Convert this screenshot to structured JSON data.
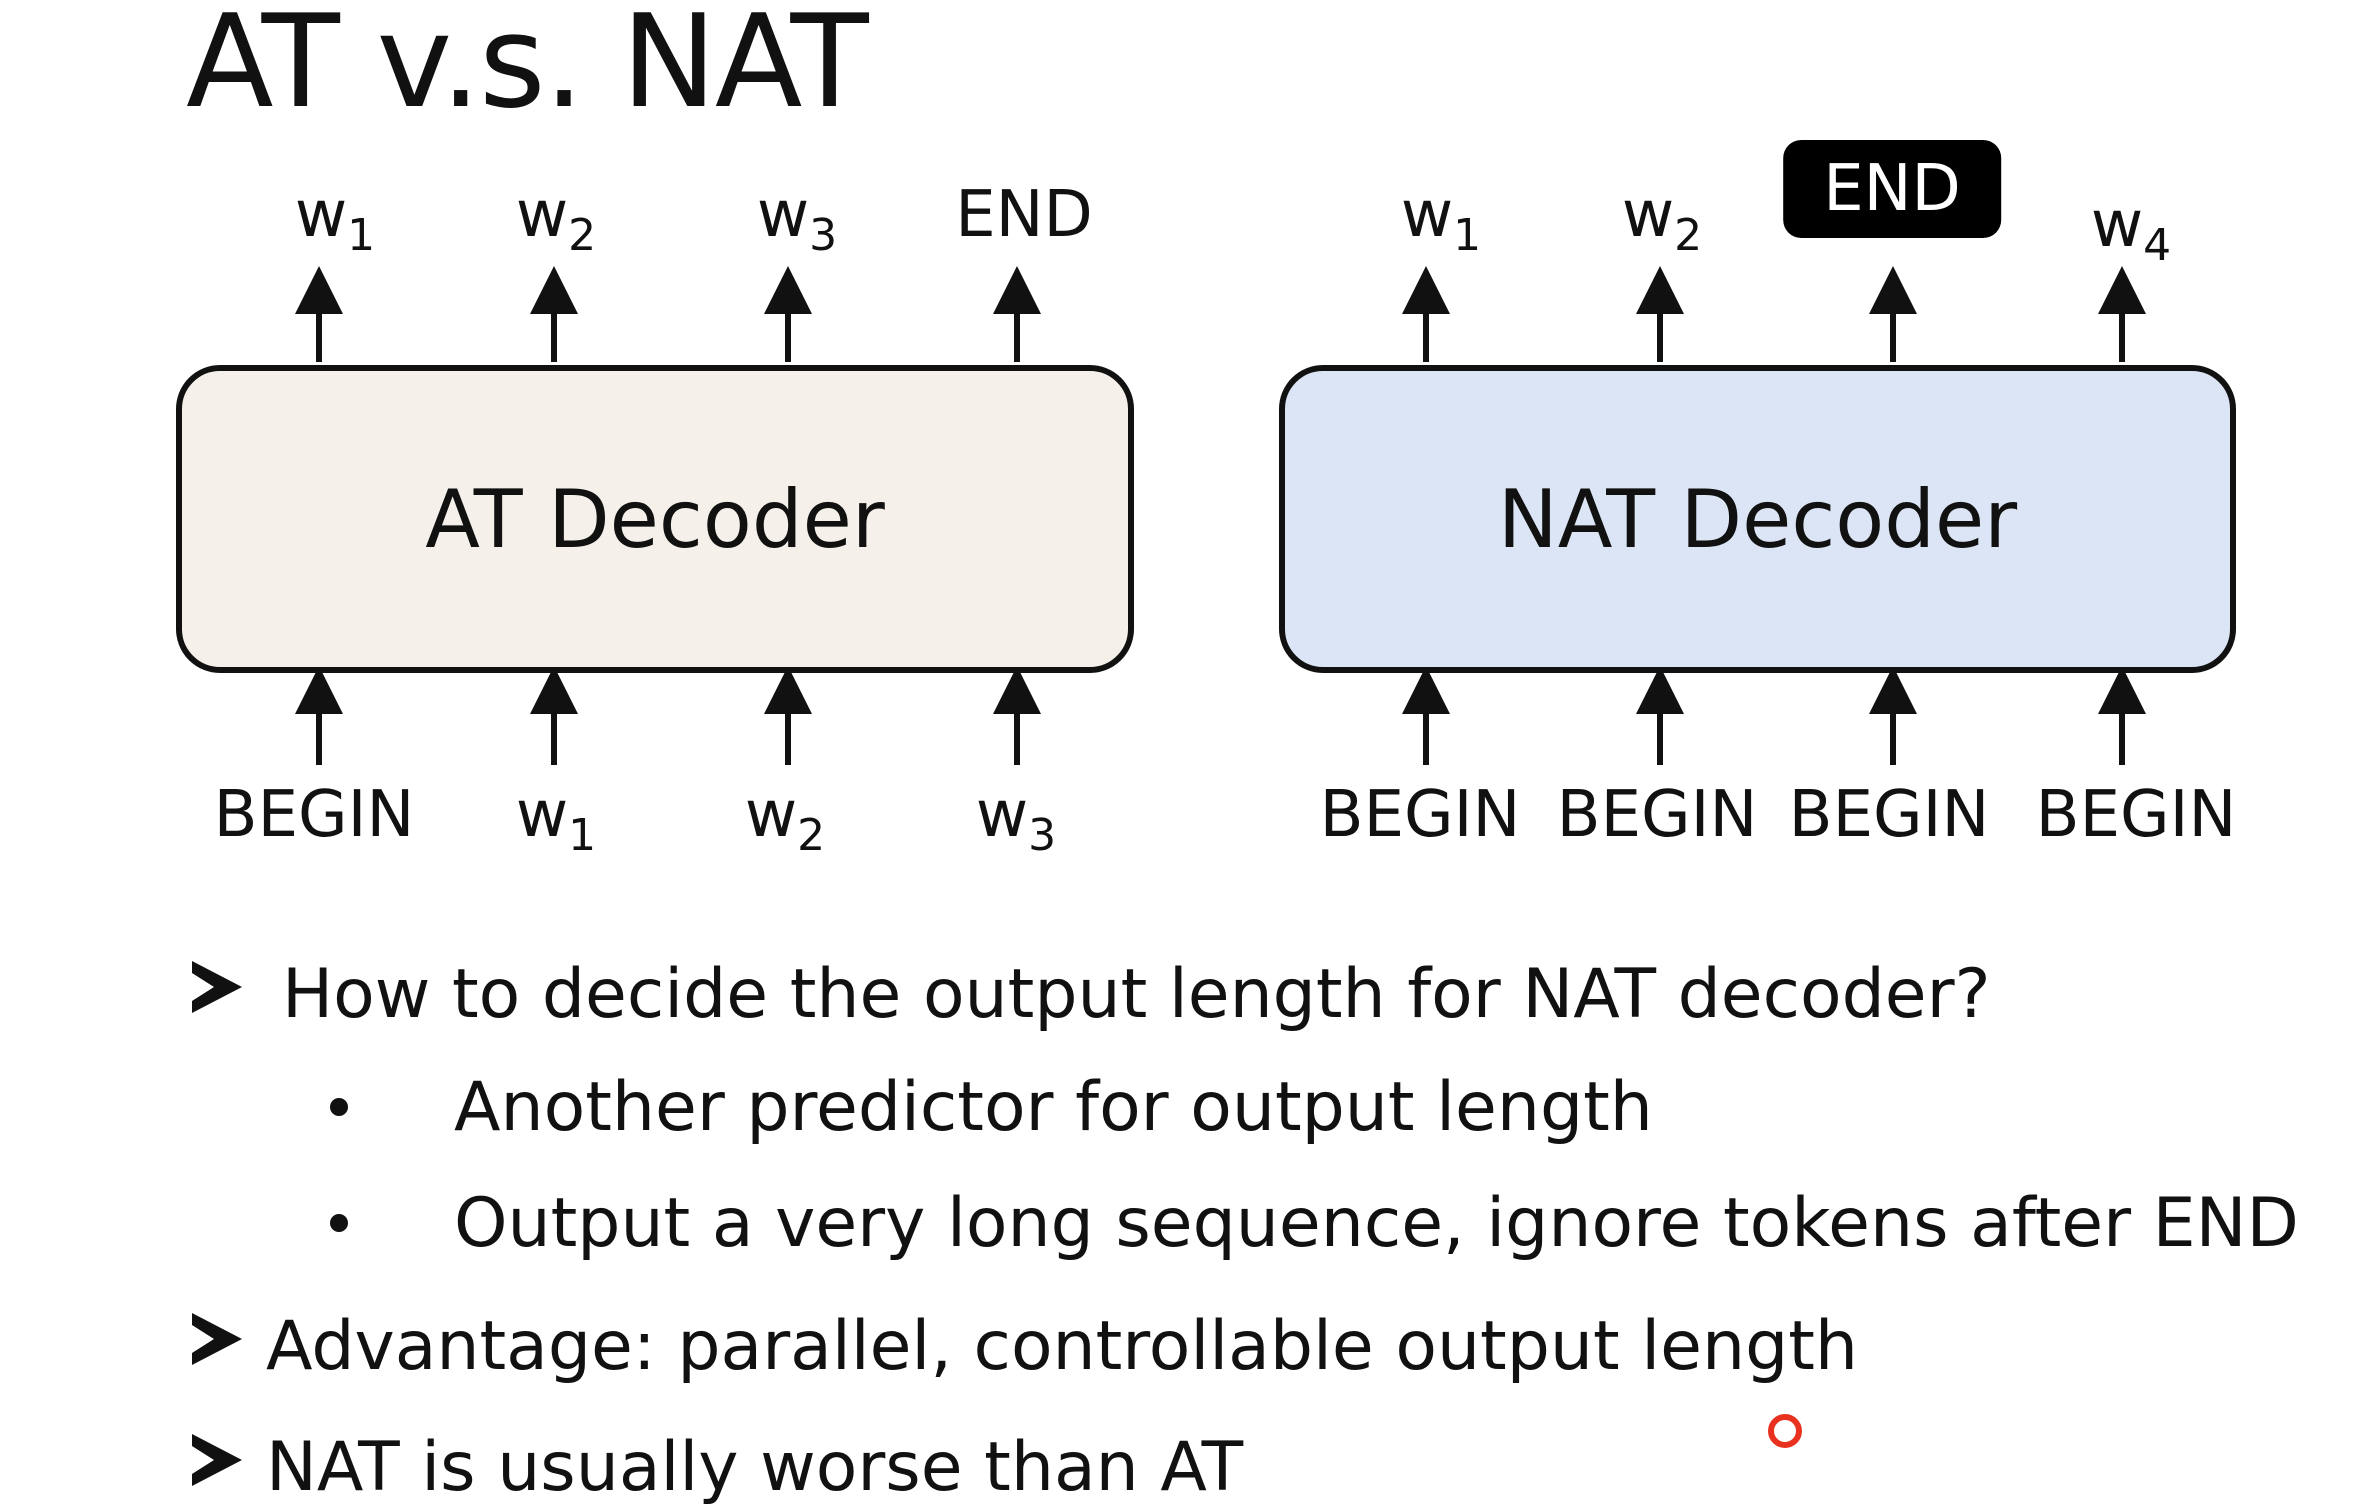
{
  "slide": {
    "title": "AT v.s. NAT"
  },
  "at": {
    "label": "AT Decoder",
    "outputs": [
      {
        "base": "w",
        "sub": "1"
      },
      {
        "base": "w",
        "sub": "2"
      },
      {
        "base": "w",
        "sub": "3"
      },
      {
        "base": "END",
        "sub": ""
      }
    ],
    "inputs": [
      {
        "base": "BEGIN",
        "sub": ""
      },
      {
        "base": "w",
        "sub": "1"
      },
      {
        "base": "w",
        "sub": "2"
      },
      {
        "base": "w",
        "sub": "3"
      }
    ]
  },
  "nat": {
    "label": "NAT Decoder",
    "outputs": [
      {
        "base": "w",
        "sub": "1"
      },
      {
        "base": "w",
        "sub": "2"
      },
      {
        "base": "END",
        "sub": ""
      },
      {
        "base": "w",
        "sub": "4"
      }
    ],
    "inputs": [
      {
        "base": "BEGIN",
        "sub": ""
      },
      {
        "base": "BEGIN",
        "sub": ""
      },
      {
        "base": "BEGIN",
        "sub": ""
      },
      {
        "base": "BEGIN",
        "sub": ""
      }
    ]
  },
  "bullets": {
    "q1": "How to decide the output length for NAT decoder?",
    "q1_sub": [
      "Another predictor for output length",
      "Output a very long sequence, ignore tokens after END"
    ],
    "advantage": "Advantage: parallel, controllable output length",
    "worse": "NAT is usually worse than AT"
  },
  "colors": {
    "at_fill": "#f5f1ea",
    "nat_fill": "#dbe5f5",
    "cursor": "#e8321f"
  }
}
